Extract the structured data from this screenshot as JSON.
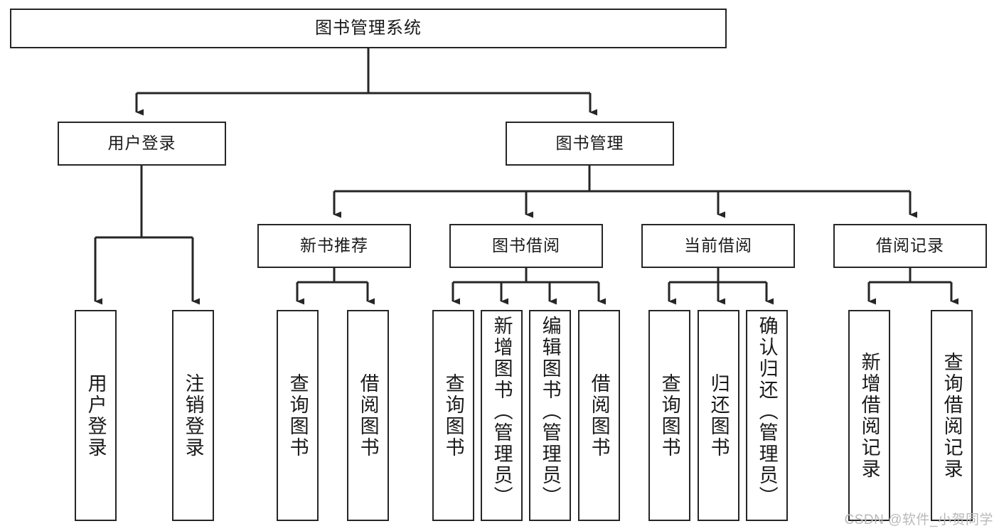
{
  "diagram": {
    "title": "图书管理系统",
    "type": "hierarchy-tree",
    "levels": 4,
    "colors": {
      "box_border": "#262626",
      "box_fill": "#ffffff",
      "text": "#1a1a1a",
      "connector": "#262626",
      "watermark": "#b9b9b9",
      "background": "#ffffff"
    }
  },
  "watermark": {
    "text": "CSDN @软件_小贺同学"
  },
  "nodes": {
    "root": {
      "label": "图书管理系统"
    },
    "level2": [
      {
        "id": "user-login",
        "label": "用户登录"
      },
      {
        "id": "book-management",
        "label": "图书管理"
      }
    ],
    "level3": [
      {
        "id": "new-book-recommend",
        "label": "新书推荐"
      },
      {
        "id": "book-borrow",
        "label": "图书借阅"
      },
      {
        "id": "current-borrow",
        "label": "当前借阅"
      },
      {
        "id": "borrow-record",
        "label": "借阅记录"
      }
    ],
    "leaves": {
      "user_login": [
        {
          "id": "leaf-user-login",
          "label": "用户登录"
        },
        {
          "id": "leaf-logout-login",
          "label": "注销登录"
        }
      ],
      "new_book_recommend": [
        {
          "id": "leaf-query-book-1",
          "label": "查询图书"
        },
        {
          "id": "leaf-borrow-book-1",
          "label": "借阅图书"
        }
      ],
      "book_borrow": [
        {
          "id": "leaf-query-book-2",
          "label": "查询图书"
        },
        {
          "id": "leaf-add-book",
          "label": "新增图书（管理员）"
        },
        {
          "id": "leaf-edit-book",
          "label": "编辑图书（管理员）"
        },
        {
          "id": "leaf-borrow-book-2",
          "label": "借阅图书"
        }
      ],
      "current_borrow": [
        {
          "id": "leaf-query-book-3",
          "label": "查询图书"
        },
        {
          "id": "leaf-return-book",
          "label": "归还图书"
        },
        {
          "id": "leaf-confirm-return",
          "label": "确认归还（管理员）"
        }
      ],
      "borrow_record": [
        {
          "id": "leaf-add-record",
          "label": "新增借阅记录"
        },
        {
          "id": "leaf-query-record",
          "label": "查询借阅记录"
        }
      ]
    }
  }
}
